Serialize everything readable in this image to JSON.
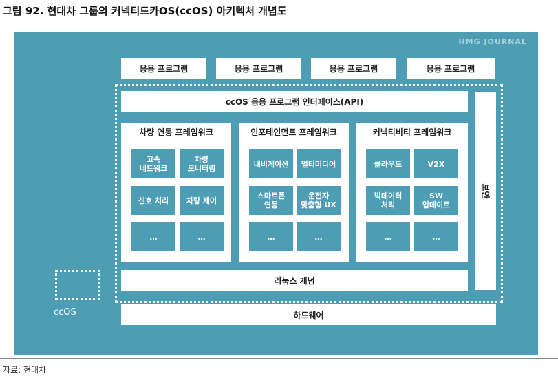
{
  "figure_title": "그림 92. 현대차 그룹의 커넥티드카OS(ccOS) 아키텍처 개념도",
  "source": "자료: 현대차",
  "watermark": "HMG JOURNAL",
  "colors": {
    "panel": "#4d9db4",
    "box": "#ffffff",
    "module_text": "#ffffff"
  },
  "programs": [
    "응용 프로그램",
    "응용 프로그램",
    "응용 프로그램",
    "응용 프로그램"
  ],
  "api_label": "ccOS 응용 프로그램 인터페이스(API)",
  "frameworks": [
    {
      "title": "차량 연동 프레임워크",
      "modules": [
        "고속\n네트워크",
        "차량\n모니터링",
        "신호 처리",
        "차량 제어",
        "…",
        "…"
      ]
    },
    {
      "title": "인포테인먼트 프레임워크",
      "modules": [
        "내비게이션",
        "멀티미디어",
        "스마트폰\n연동",
        "운전자\n맞춤형 UX",
        "…",
        "…"
      ]
    },
    {
      "title": "커넥티비티 프레임워크",
      "modules": [
        "클라우드",
        "V2X",
        "빅데이터\n처리",
        "SW\n업데이트",
        "…",
        "…"
      ]
    }
  ],
  "security_label": "보안",
  "linux_label": "리눅스 개념",
  "hardware_label": "하드웨어",
  "ccos_label": "ccOS"
}
